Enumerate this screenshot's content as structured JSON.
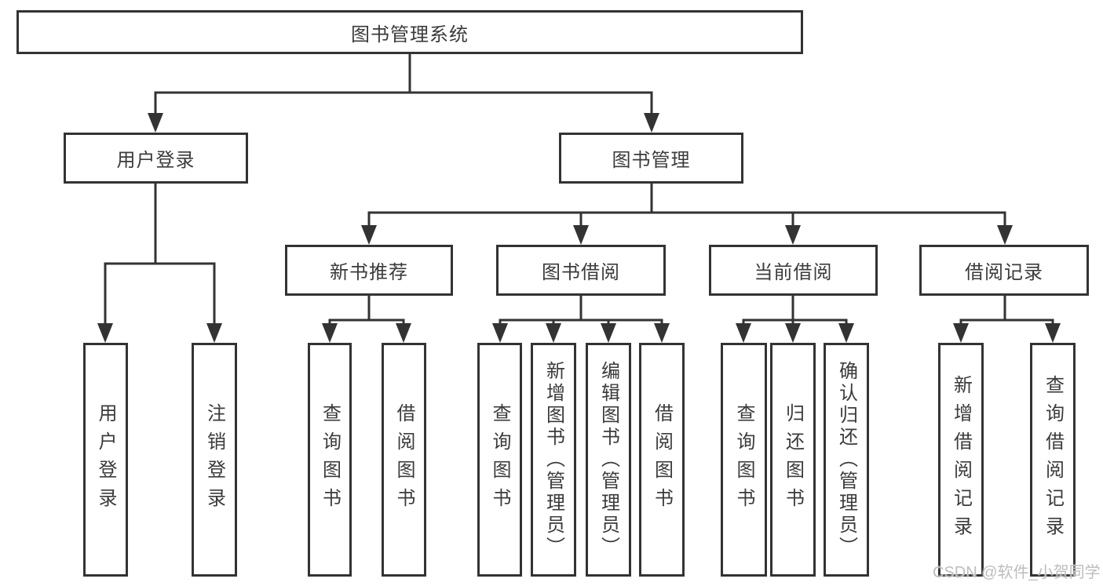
{
  "tree": {
    "root": {
      "label": "图书管理系统",
      "children": [
        {
          "label": "用户登录",
          "children": [
            {
              "label": "用户登录"
            },
            {
              "label": "注销登录"
            }
          ]
        },
        {
          "label": "图书管理",
          "children": [
            {
              "label": "新书推荐",
              "children": [
                {
                  "label": "查询图书"
                },
                {
                  "label": "借阅图书"
                }
              ]
            },
            {
              "label": "图书借阅",
              "children": [
                {
                  "label": "查询图书"
                },
                {
                  "label": "新增图书（管理员）"
                },
                {
                  "label": "编辑图书（管理员）"
                },
                {
                  "label": "借阅图书"
                }
              ]
            },
            {
              "label": "当前借阅",
              "children": [
                {
                  "label": "查询图书"
                },
                {
                  "label": "归还图书"
                },
                {
                  "label": "确认归还（管理员）"
                }
              ]
            },
            {
              "label": "借阅记录",
              "children": [
                {
                  "label": "新增借阅记录"
                },
                {
                  "label": "查询借阅记录"
                }
              ]
            }
          ]
        }
      ]
    }
  },
  "watermark": {
    "text": "CSDN @软件_小贺同学"
  },
  "colors": {
    "line": "#333333",
    "box_border": "#333333",
    "box_fill": "#ffffff",
    "text": "#3b3b3b",
    "watermark": "#bdbdbd"
  }
}
